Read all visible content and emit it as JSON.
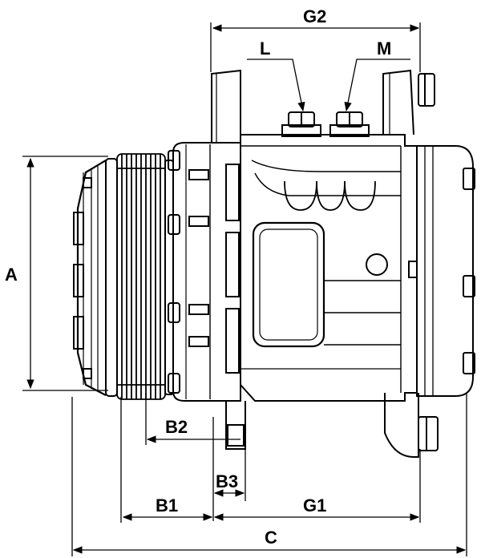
{
  "diagram": {
    "subject": "compressor-with-clutch-pulley",
    "dimension_labels": {
      "g2": "G2",
      "l": "L",
      "m": "M",
      "a": "A",
      "b2": "B2",
      "b3": "B3",
      "b1": "B1",
      "g1": "G1",
      "c": "C"
    }
  }
}
